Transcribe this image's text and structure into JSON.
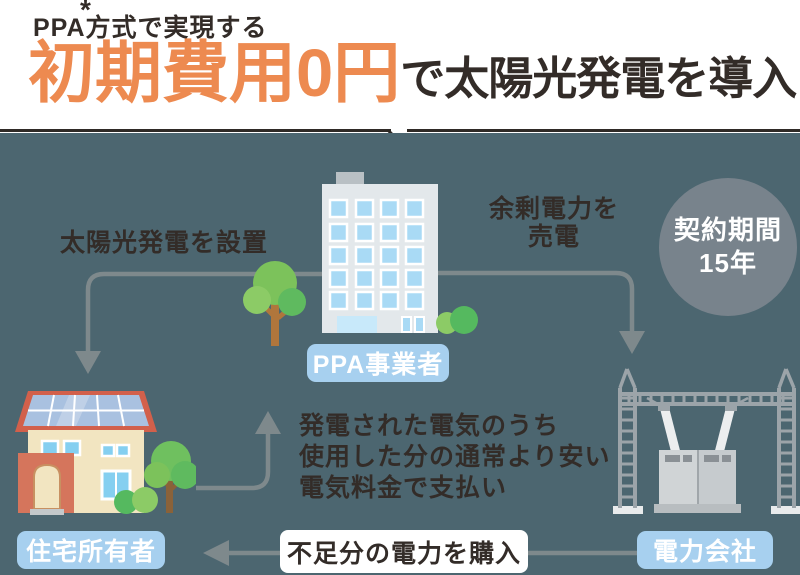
{
  "header": {
    "note_mark": "*",
    "subtitle": "PPA方式で実現する",
    "title_highlight": "初期費用0円",
    "title_suffix": "で太陽光発電を導入"
  },
  "diagram": {
    "entities": {
      "provider": "PPA事業者",
      "homeowner": "住宅所有者",
      "utility": "電力会社"
    },
    "flows": {
      "install": "太陽光発電を設置",
      "sell_surplus": "余剰電力を\n売電",
      "payment": "発電された電気のうち\n使用した分の通常より安い\n電気料金で支払い",
      "purchase": "不足分の電力を購入"
    },
    "contract_badge": "契約期間\n15年"
  },
  "colors": {
    "diagram_background": "#4C6670",
    "header_background": "#FFFFFF",
    "accent_orange": "#ED8A50",
    "text_dark": "#332C28",
    "entity_label_blue": "#A7D0EF",
    "arrow_gray": "#7E898C",
    "badge_gray": "#78838C"
  }
}
